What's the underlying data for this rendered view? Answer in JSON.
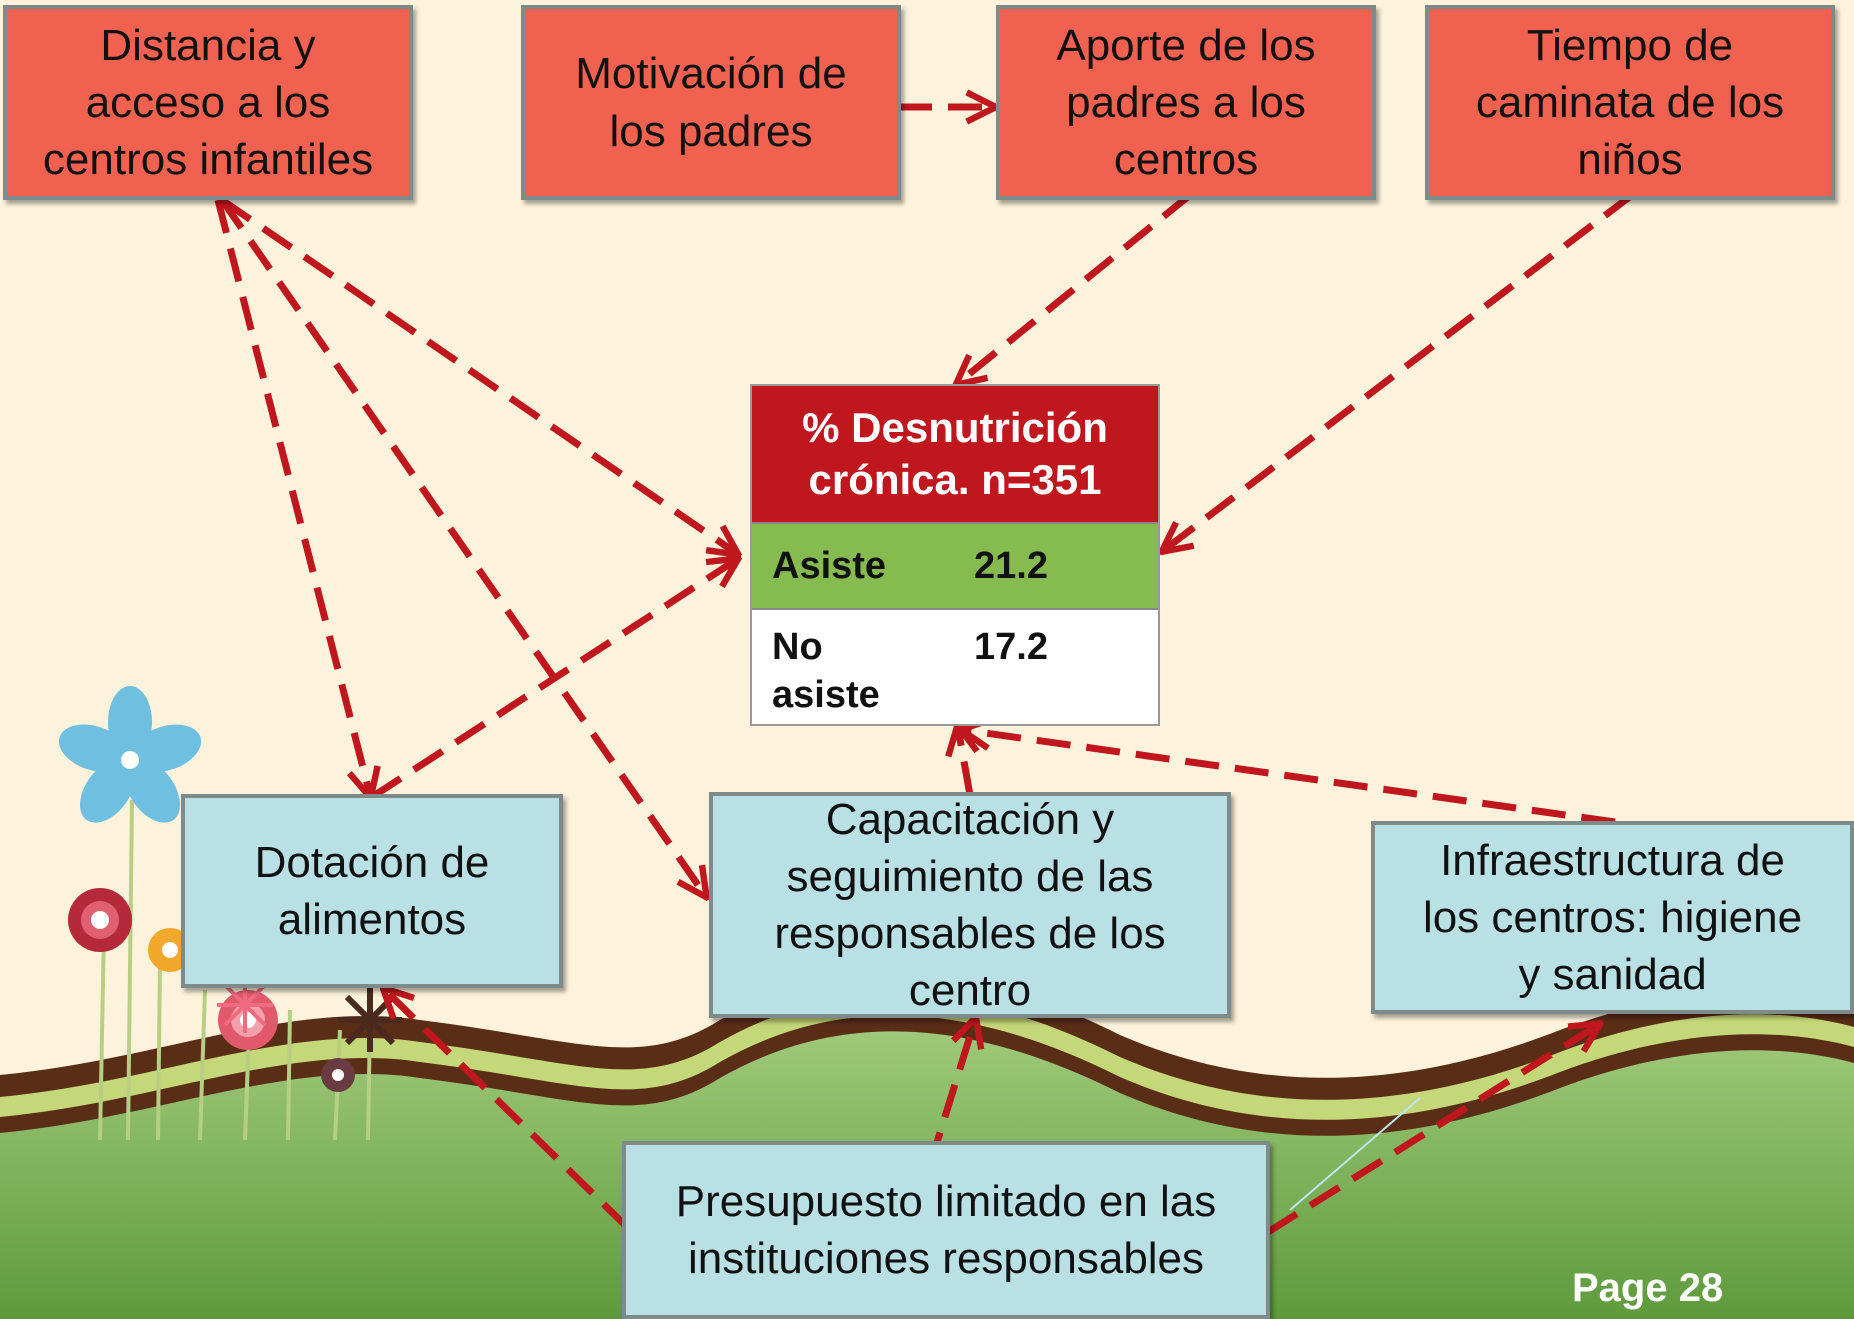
{
  "nodes": {
    "distancia": "Distancia y\nacceso a los\ncentros infantiles",
    "motivacion": "Motivación de\nlos padres",
    "aporte": "Aporte de los\npadres a los\ncentros",
    "tiempo": "Tiempo de\ncaminata de los\nniños",
    "dotacion": "Dotación de\nalimentos",
    "capacitacion": "Capacitación y\nseguimiento de las\nresponsables de los\ncentro",
    "infraestructura": "Infraestructura de\nlos centros: higiene\ny sanidad",
    "presupuesto": "Presupuesto limitado en las\ninstituciones responsables"
  },
  "table": {
    "title_line1": "% Desnutrición",
    "title_line2": "crónica. n=351",
    "rows": [
      {
        "label": "Asiste",
        "value": "21.2"
      },
      {
        "label_line1": "No",
        "label_line2": "asiste",
        "value": "17.2"
      }
    ]
  },
  "page_label": "Page 28",
  "colors": {
    "cause_box": "#f0614f",
    "intermediate_box": "#b9e0e4",
    "table_header": "#c0161d",
    "asiste_row": "#86bb4f",
    "arrow": "#c0161d",
    "background": "#fdf3dc"
  }
}
